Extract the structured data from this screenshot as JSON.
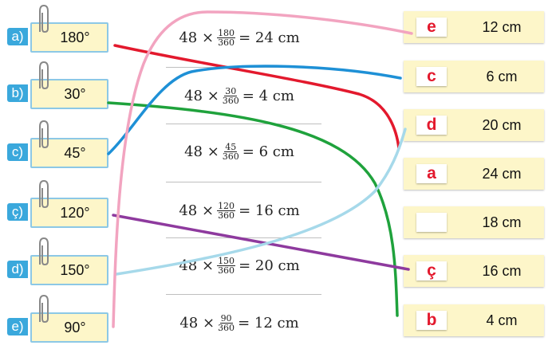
{
  "left_items": [
    {
      "tag": "a)",
      "angle": "180°"
    },
    {
      "tag": "b)",
      "angle": "30°"
    },
    {
      "tag": "c)",
      "angle": "45°"
    },
    {
      "tag": "ç)",
      "angle": "120°"
    },
    {
      "tag": "d)",
      "angle": "150°"
    },
    {
      "tag": "e)",
      "angle": "90°"
    }
  ],
  "calculations": [
    {
      "lead": "48 ×",
      "num": "180",
      "den": "360",
      "result": "= 24 cm"
    },
    {
      "lead": "48 ×",
      "num": "30",
      "den": "360",
      "result": "= 4 cm"
    },
    {
      "lead": "48 ×",
      "num": "45",
      "den": "360",
      "result": "= 6 cm"
    },
    {
      "lead": "48 ×",
      "num": "120",
      "den": "360",
      "result": "= 16 cm"
    },
    {
      "lead": "48 ×",
      "num": "150",
      "den": "360",
      "result": "= 20 cm"
    },
    {
      "lead": "48 ×",
      "num": "90",
      "den": "360",
      "result": "= 12 cm"
    }
  ],
  "right_items": [
    {
      "letter": "e",
      "length": "12 cm"
    },
    {
      "letter": "c",
      "length": "6 cm"
    },
    {
      "letter": "d",
      "length": "20 cm"
    },
    {
      "letter": "a",
      "length": "24 cm"
    },
    {
      "letter": "",
      "length": "18 cm"
    },
    {
      "letter": "ç",
      "length": "16 cm"
    },
    {
      "letter": "b",
      "length": "4 cm"
    }
  ],
  "line_colors": {
    "a": "#e3192d",
    "b": "#1fa23c",
    "c": "#1e90d6",
    "ç": "#8e3a9e",
    "d": "#a6d9ea",
    "e": "#f2a4c0"
  }
}
